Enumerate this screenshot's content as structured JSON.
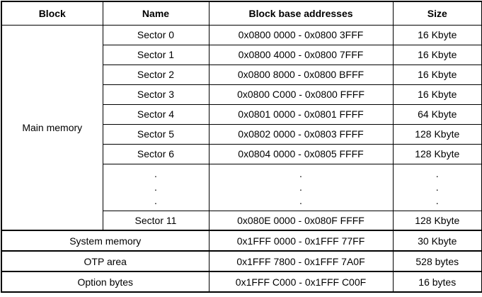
{
  "table": {
    "columns": [
      {
        "label": "Block"
      },
      {
        "label": "Name"
      },
      {
        "label": "Block base addresses"
      },
      {
        "label": "Size"
      }
    ],
    "main_memory": {
      "block_label": "Main memory",
      "sectors": [
        {
          "name": "Sector 0",
          "addresses": "0x0800 0000 - 0x0800 3FFF",
          "size": "16 Kbyte"
        },
        {
          "name": "Sector 1",
          "addresses": "0x0800 4000 - 0x0800 7FFF",
          "size": "16 Kbyte"
        },
        {
          "name": "Sector 2",
          "addresses": "0x0800 8000 - 0x0800 BFFF",
          "size": "16 Kbyte"
        },
        {
          "name": "Sector 3",
          "addresses": "0x0800 C000 - 0x0800 FFFF",
          "size": "16 Kbyte"
        },
        {
          "name": "Sector 4",
          "addresses": "0x0801 0000 - 0x0801 FFFF",
          "size": "64 Kbyte"
        },
        {
          "name": "Sector 5",
          "addresses": "0x0802 0000 - 0x0803 FFFF",
          "size": "128 Kbyte"
        },
        {
          "name": "Sector 6",
          "addresses": "0x0804 0000 - 0x0805 FFFF",
          "size": "128 Kbyte"
        },
        {
          "ellipsis": true,
          "name": ".\n.\n.",
          "addresses": ".\n.\n.",
          "size": ".\n.\n."
        },
        {
          "name": "Sector 11",
          "addresses": "0x080E 0000 - 0x080F FFFF",
          "size": "128 Kbyte"
        }
      ]
    },
    "blocks": [
      {
        "block": "System memory",
        "addresses": "0x1FFF 0000 - 0x1FFF 77FF",
        "size": "30 Kbyte"
      },
      {
        "block": "OTP area",
        "addresses": "0x1FFF 7800 - 0x1FFF 7A0F",
        "size": "528 bytes"
      },
      {
        "block": "Option bytes",
        "addresses": "0x1FFF C000 - 0x1FFF C00F",
        "size": "16 bytes"
      }
    ],
    "colors": {
      "border": "#000000",
      "text": "#000000",
      "background": "#ffffff"
    }
  }
}
